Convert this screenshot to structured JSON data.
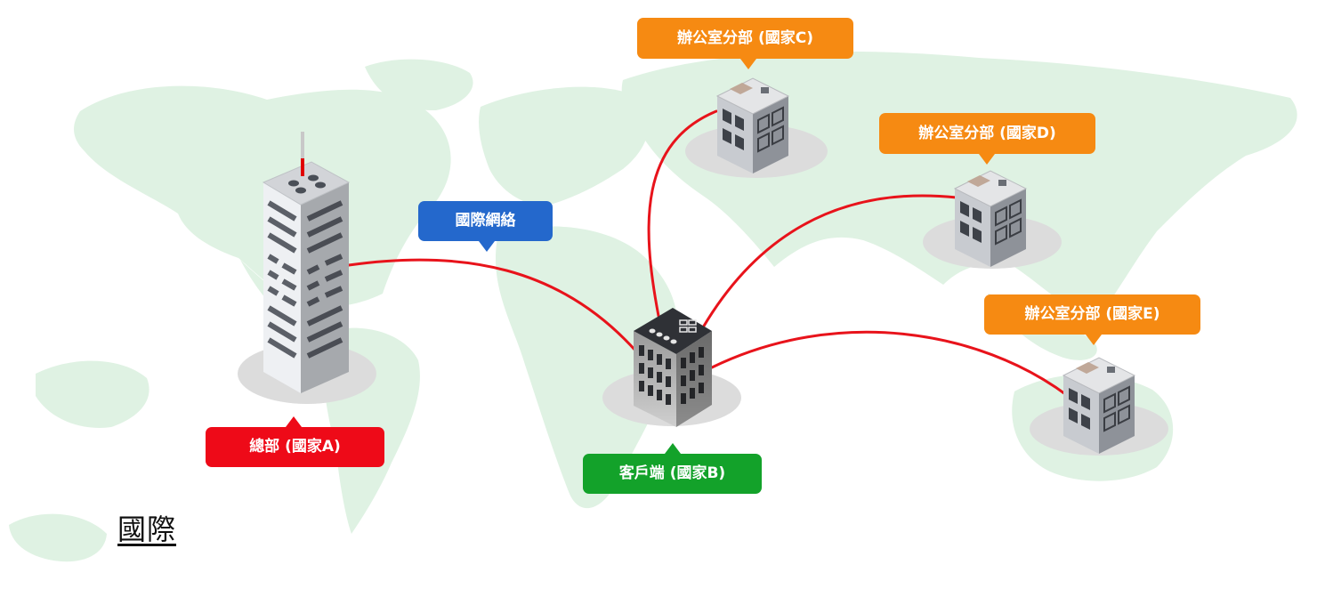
{
  "diagram": {
    "title": "國際",
    "network_label": "國際網絡",
    "nodes": {
      "hq": "總部 (國家A)",
      "client": "客戶端 (國家B)",
      "office_c": "辦公室分部 (國家C)",
      "office_d": "辦公室分部 (國家D)",
      "office_e": "辦公室分部 (國家E)"
    },
    "colors": {
      "hq": "#ee0a18",
      "client": "#13a22a",
      "office": "#f68a12",
      "network": "#2468cc",
      "link": "#e8131b",
      "map": "#dff2e3"
    },
    "icons": {
      "hq": "skyscraper-icon",
      "client": "office-tower-icon",
      "office": "office-building-icon"
    }
  }
}
